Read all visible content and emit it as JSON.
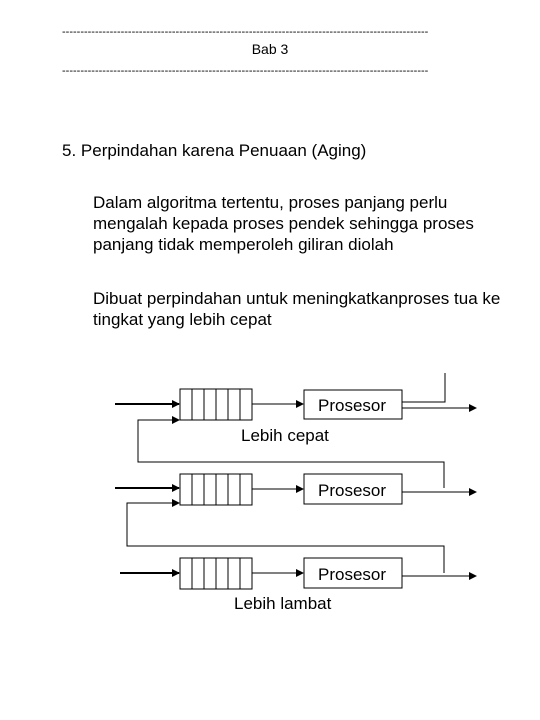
{
  "header": {
    "dashes": "----------------------------------------------------------------------------------------------------",
    "title": "Bab 3"
  },
  "section": {
    "heading": "5. Perpindahan karena Penuaan (Aging)",
    "paragraphs": [
      "Dalam algoritma tertentu, proses panjang perlu mengalah kepada proses pendek sehingga proses panjang tidak memperoleh giliran diolah",
      "Dibuat perpindahan untuk meningkatkanproses tua ke tingkat yang lebih cepat"
    ]
  },
  "diagram": {
    "processor_label": "Prosesor",
    "fast_label": "Lebih cepat",
    "slow_label": "Lebih lambat"
  }
}
